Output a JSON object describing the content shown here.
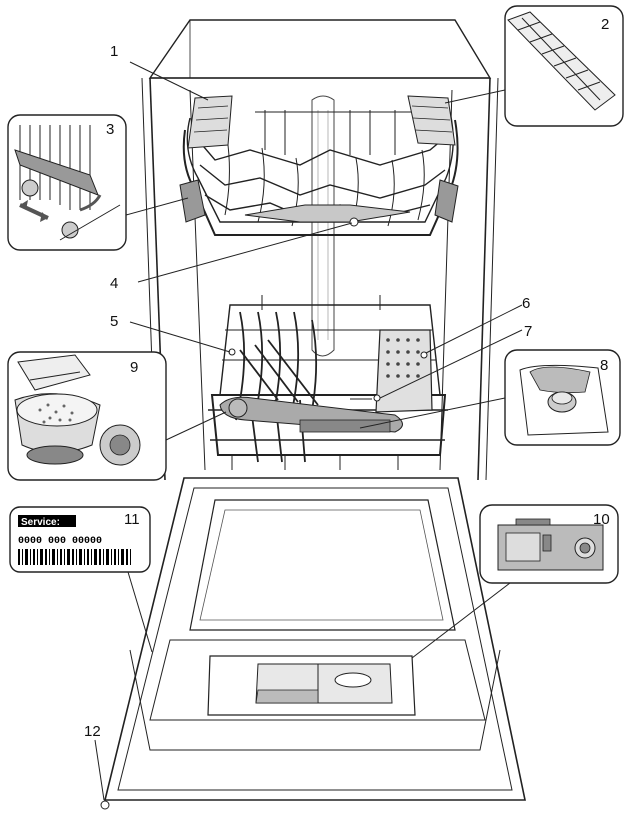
{
  "callouts": [
    {
      "id": "1",
      "label": "1"
    },
    {
      "id": "2",
      "label": "2"
    },
    {
      "id": "3",
      "label": "3"
    },
    {
      "id": "4",
      "label": "4"
    },
    {
      "id": "5",
      "label": "5"
    },
    {
      "id": "6",
      "label": "6"
    },
    {
      "id": "7",
      "label": "7"
    },
    {
      "id": "8",
      "label": "8"
    },
    {
      "id": "9",
      "label": "9"
    },
    {
      "id": "10",
      "label": "10"
    },
    {
      "id": "11",
      "label": "11"
    },
    {
      "id": "12",
      "label": "12"
    }
  ],
  "rating_plate": {
    "service_label": "Service:",
    "serial_number": "0000 000 00000"
  }
}
